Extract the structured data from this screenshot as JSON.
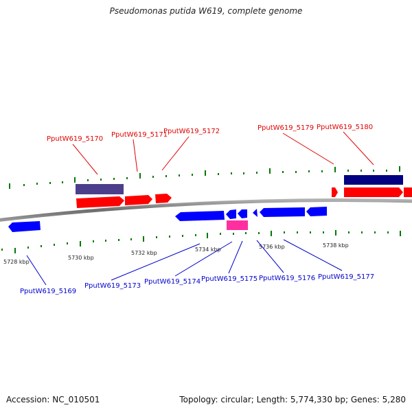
{
  "title": "Pseudomonas putida W619, complete genome",
  "footer": {
    "accession": "Accession: NC_010501",
    "summary": "Topology: circular; Length: 5,774,330 bp; Genes: 5,280"
  },
  "scale_labels": [
    "5728 kbp",
    "5730 kbp",
    "5732 kbp",
    "5734 kbp",
    "5736 kbp",
    "5738 kbp"
  ],
  "genes_forward": [
    "PputW619_5170",
    "PputW619_5171",
    "PputW619_5172",
    "PputW619_5179",
    "PputW619_5180"
  ],
  "genes_reverse": [
    "PputW619_5169",
    "PputW619_5173",
    "PputW619_5174",
    "PputW619_5175",
    "PputW619_5176",
    "PputW619_5177"
  ],
  "colors": {
    "forward_cds": "#ff0000",
    "reverse_cds": "#0000ff",
    "forward_feature_top": "#4b3f8c",
    "forward_feature_dark": "#000080",
    "reverse_feature": "#ff2fa0",
    "backbone": "#808080",
    "ticks": "#007700"
  }
}
